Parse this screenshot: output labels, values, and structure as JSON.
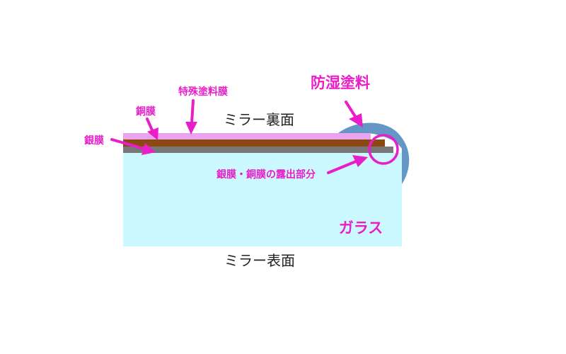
{
  "labels": {
    "back_side": "ミラー裏面",
    "front_side": "ミラー表面",
    "moisture_coating": "防湿塗料",
    "special_coating_film": "特殊塗料膜",
    "copper_film": "銅膜",
    "silver_film": "銀膜",
    "exposed_part": "銀膜・銅膜の露出部分",
    "glass": "ガラス"
  },
  "colors": {
    "glass": "#ccf8ff",
    "special_coating": "#e8a4ef",
    "copper": "#8c4a12",
    "silver": "#787878",
    "moisture_coating": "#6497c6",
    "accent": "#e81ec8",
    "text_dark": "#222222"
  }
}
